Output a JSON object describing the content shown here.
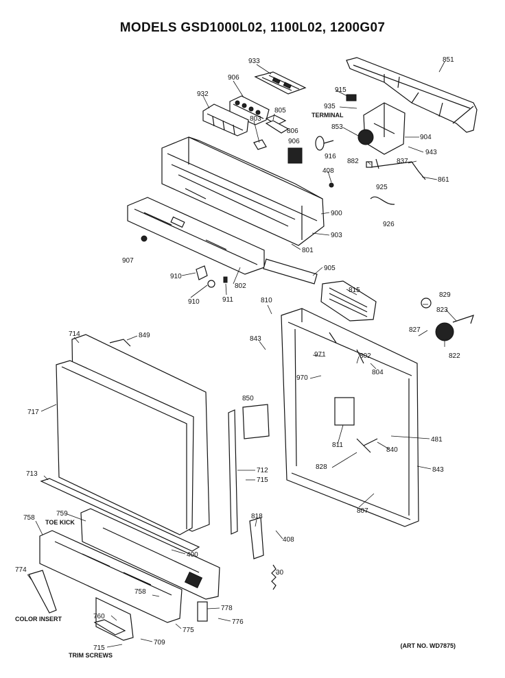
{
  "title": "MODELS GSD1000L02, 1100L02, 1200G07",
  "art_no": "(ART NO. WD7875)",
  "captions": {
    "terminal": "TERMINAL",
    "toe_kick": "TOE KICK",
    "color_insert": "COLOR INSERT",
    "trim_screws": "TRIM SCREWS"
  },
  "callouts": [
    "933",
    "851",
    "906",
    "932",
    "915",
    "935",
    "805",
    "803",
    "806",
    "853",
    "904",
    "906",
    "916",
    "943",
    "882",
    "837",
    "408",
    "861",
    "925",
    "900",
    "926",
    "903",
    "801",
    "907",
    "905",
    "910",
    "802",
    "910",
    "911",
    "815",
    "829",
    "810",
    "823",
    "827",
    "714",
    "849",
    "843",
    "822",
    "971",
    "802",
    "804",
    "970",
    "850",
    "717",
    "481",
    "811",
    "840",
    "712",
    "715",
    "713",
    "843",
    "828",
    "759",
    "807",
    "758",
    "818",
    "400",
    "408",
    "30",
    "774",
    "758",
    "778",
    "760",
    "775",
    "776",
    "715",
    "709"
  ]
}
